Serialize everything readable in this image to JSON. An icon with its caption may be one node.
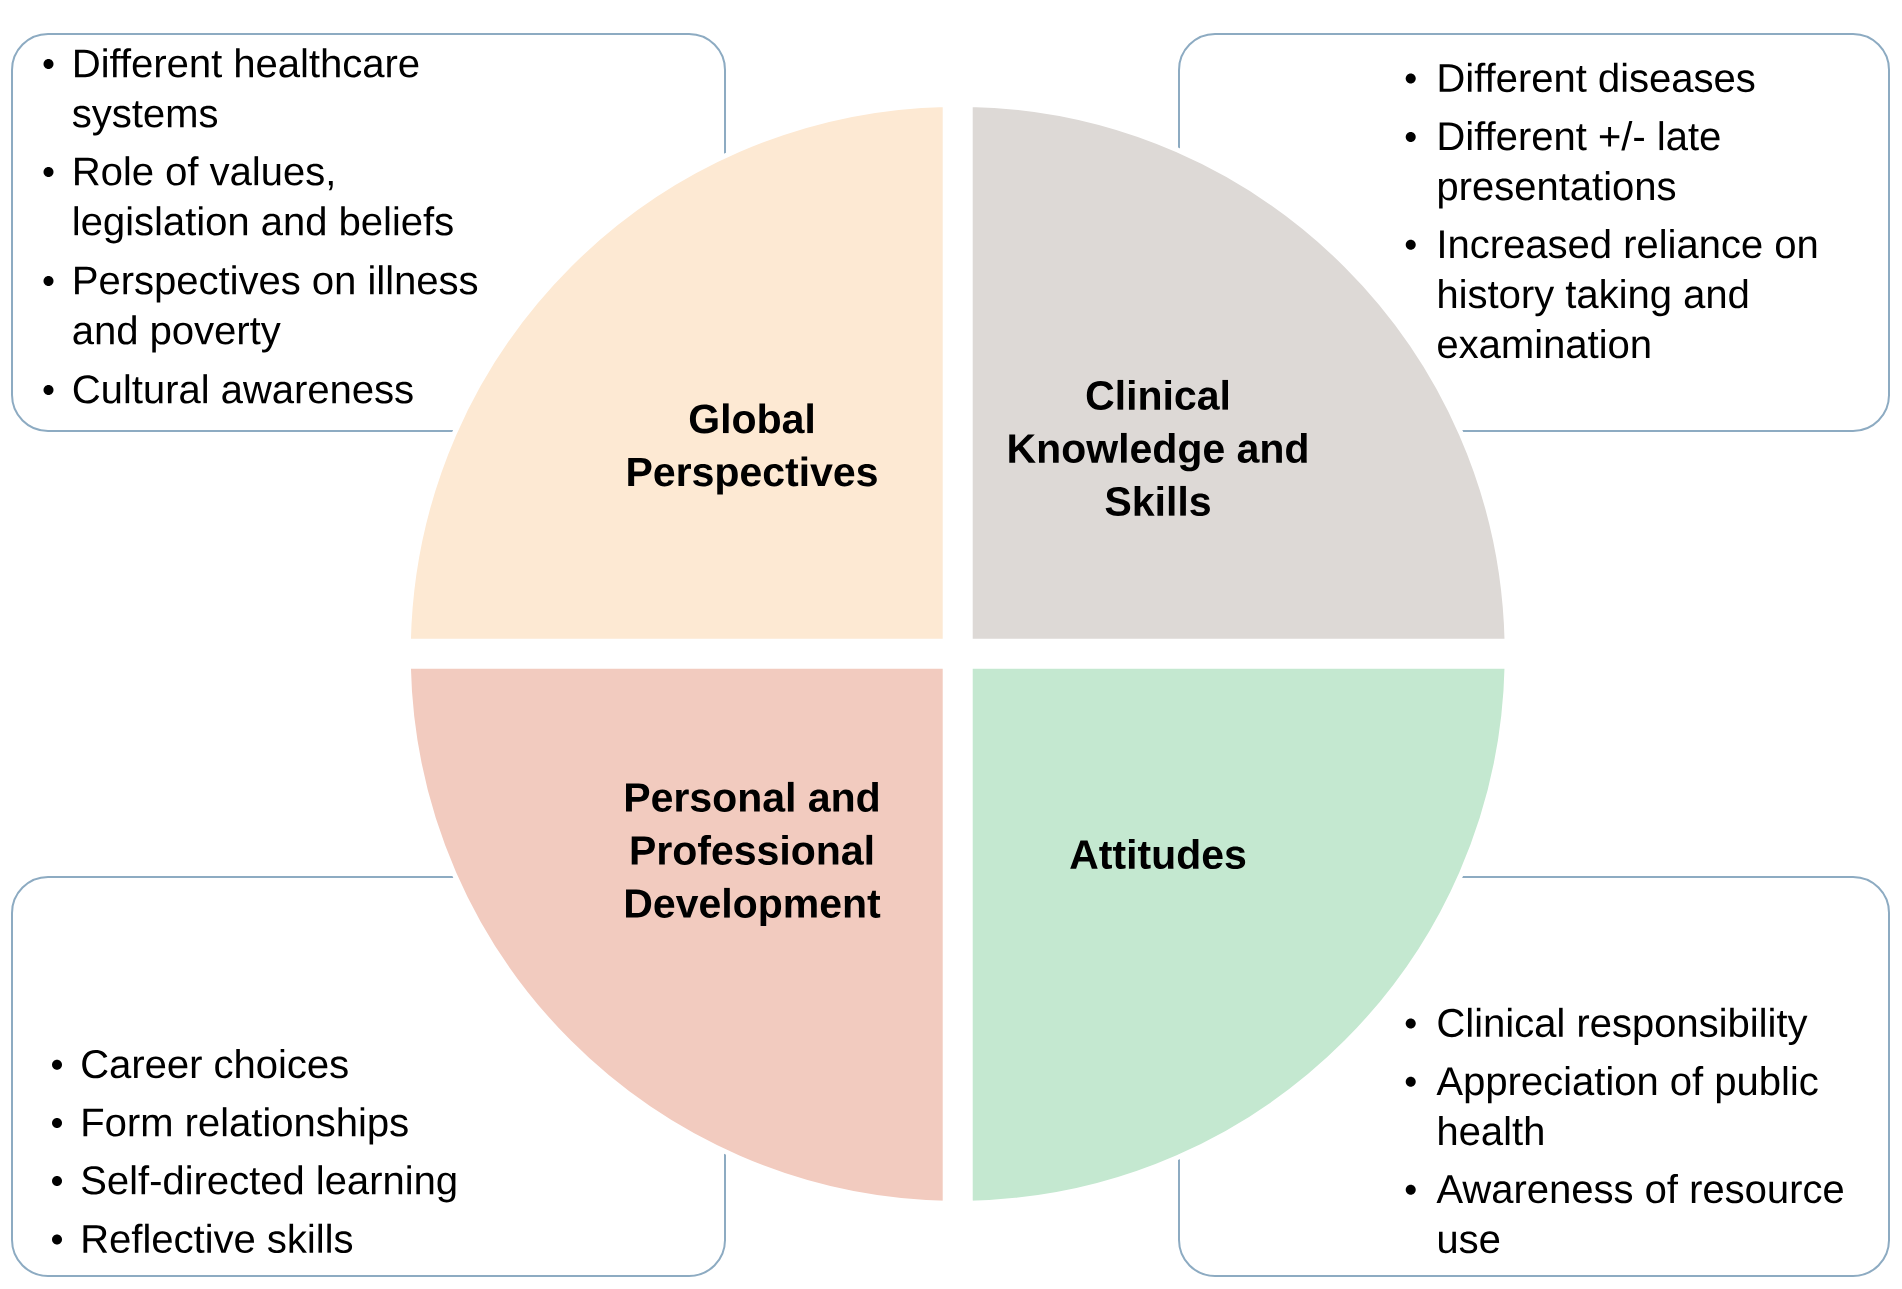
{
  "diagram": {
    "nodes": [
      {
        "text": [
          "Different healthcare systems",
          "Role of values, legislation and beliefs",
          "Perspectives on illness and poverty",
          "Cultural awareness"
        ]
      },
      {
        "text": [
          "Different diseases",
          "Different +/- late presentations",
          "Increased reliance on history taking and examination"
        ]
      },
      {
        "text": [
          "Global Perspectives"
        ]
      },
      {
        "text": [
          "Clinical Knowledge and Skills"
        ]
      },
      {
        "text": [
          "Personal and Professional Development"
        ]
      },
      {
        "text": [
          "Attitudes"
        ]
      },
      {
        "text": [
          "Career choices",
          "Form relationships",
          "Self-directed learning",
          "Reflective skills"
        ]
      },
      {
        "text": [
          "Clinical responsibility",
          "Appreciation of public health",
          "Awareness of resource use"
        ]
      }
    ]
  }
}
